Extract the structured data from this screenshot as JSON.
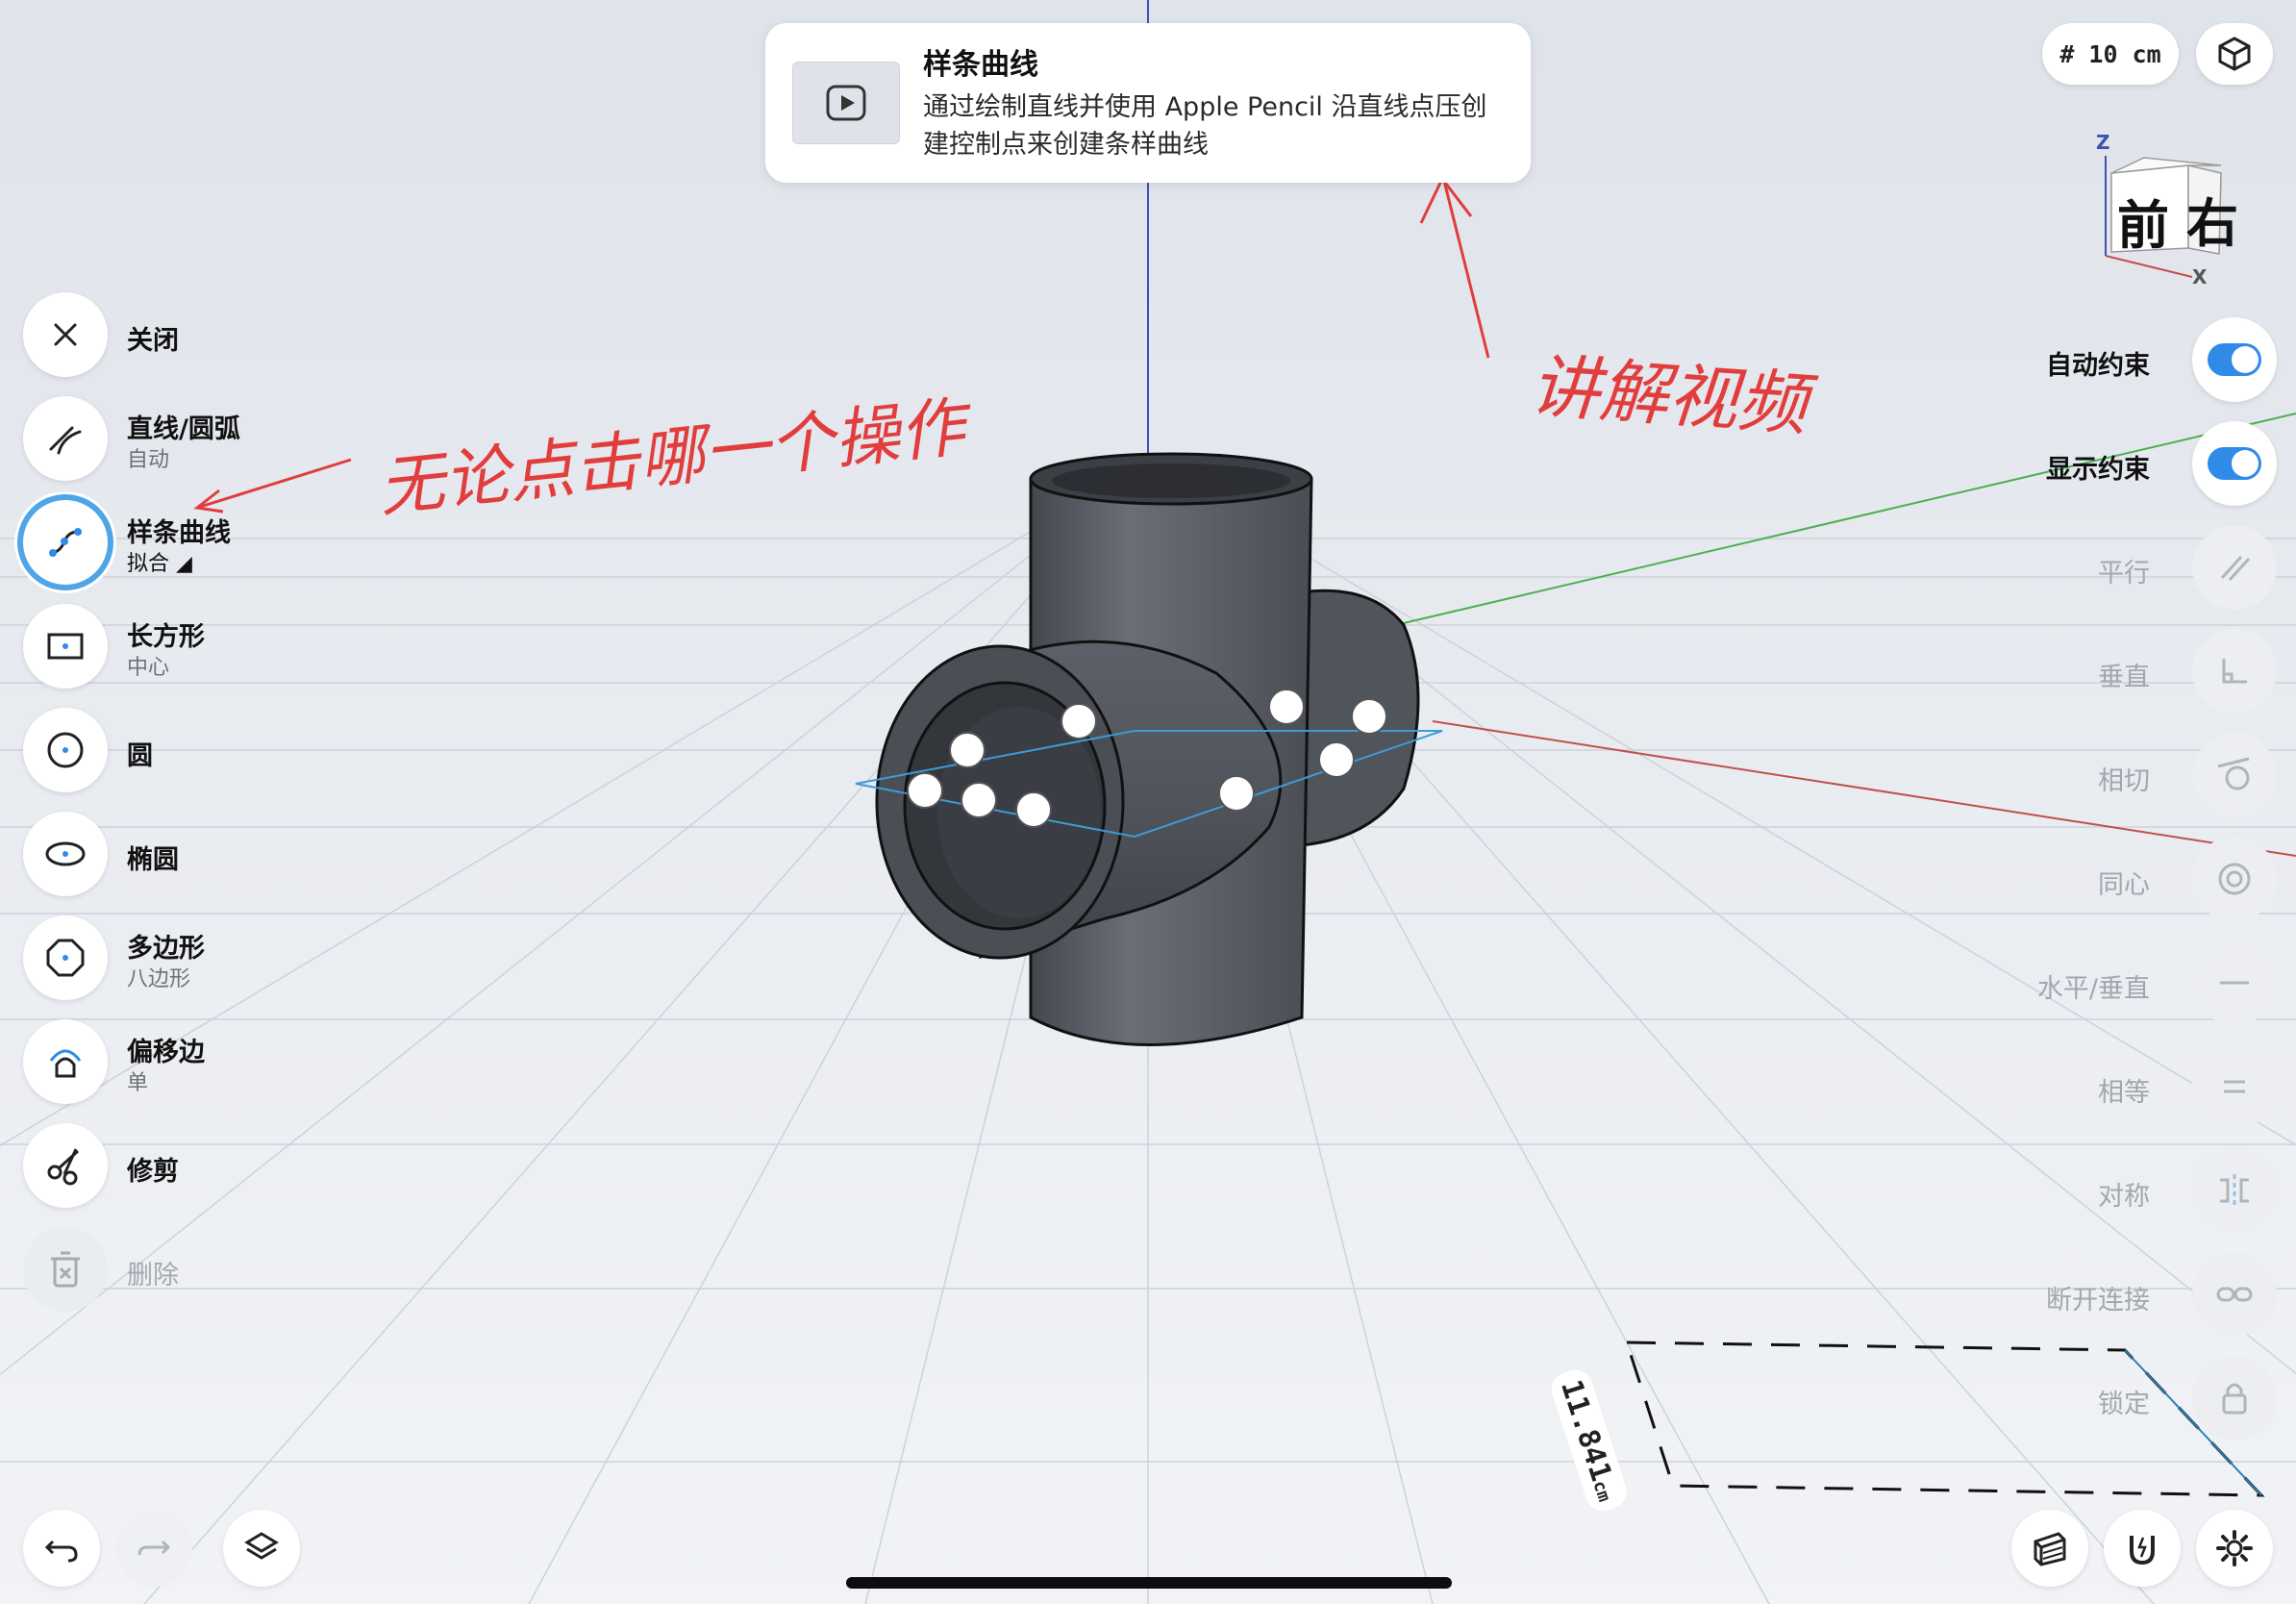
{
  "banner": {
    "title": "样条曲线",
    "desc": "通过绘制直线并使用 Apple Pencil 沿直线点压创建控制点来创建条样曲线",
    "thumb_icon": "play-icon"
  },
  "top_right": {
    "grid_label": "# 10 cm",
    "view_icon": "view-cube-icon"
  },
  "view_cube": {
    "front": "前",
    "right": "右",
    "axis_z": "Z",
    "axis_x": "X"
  },
  "tools": [
    {
      "label": "关闭",
      "sub": "",
      "icon": "close-icon"
    },
    {
      "label": "直线/圆弧",
      "sub": "自动",
      "icon": "line-arc-icon"
    },
    {
      "label": "样条曲线",
      "sub": "拟合 ◢",
      "icon": "spline-icon"
    },
    {
      "label": "长方形",
      "sub": "中心",
      "icon": "rectangle-icon"
    },
    {
      "label": "圆",
      "sub": "",
      "icon": "circle-icon"
    },
    {
      "label": "椭圆",
      "sub": "",
      "icon": "ellipse-icon"
    },
    {
      "label": "多边形",
      "sub": "八边形",
      "icon": "polygon-icon"
    },
    {
      "label": "偏移边",
      "sub": "单",
      "icon": "offset-edge-icon"
    },
    {
      "label": "修剪",
      "sub": "",
      "icon": "trim-icon"
    },
    {
      "label": "删除",
      "sub": "",
      "icon": "delete-icon"
    }
  ],
  "constraints": [
    {
      "label": "自动约束",
      "state": "on"
    },
    {
      "label": "显示约束",
      "state": "on"
    },
    {
      "label": "平行",
      "icon": "parallel-icon"
    },
    {
      "label": "垂直",
      "icon": "perpendicular-icon"
    },
    {
      "label": "相切",
      "icon": "tangent-icon"
    },
    {
      "label": "同心",
      "icon": "concentric-icon"
    },
    {
      "label": "水平/垂直",
      "icon": "horizontal-vertical-icon"
    },
    {
      "label": "相等",
      "icon": "equal-icon"
    },
    {
      "label": "对称",
      "icon": "symmetric-icon"
    },
    {
      "label": "断开连接",
      "icon": "disconnect-icon"
    },
    {
      "label": "锁定",
      "icon": "lock-icon"
    }
  ],
  "annotations": {
    "left_note": "无论点击哪一个操作",
    "right_note": "讲解视频",
    "color": "#e23d3d"
  },
  "dimension": {
    "value": "11.841",
    "unit": "cm"
  },
  "colors": {
    "accent": "#2f8ae8",
    "model": "#5a5e66",
    "axis_x": "#c0504d",
    "axis_y": "#4caf50",
    "axis_z": "#3f51b5"
  }
}
